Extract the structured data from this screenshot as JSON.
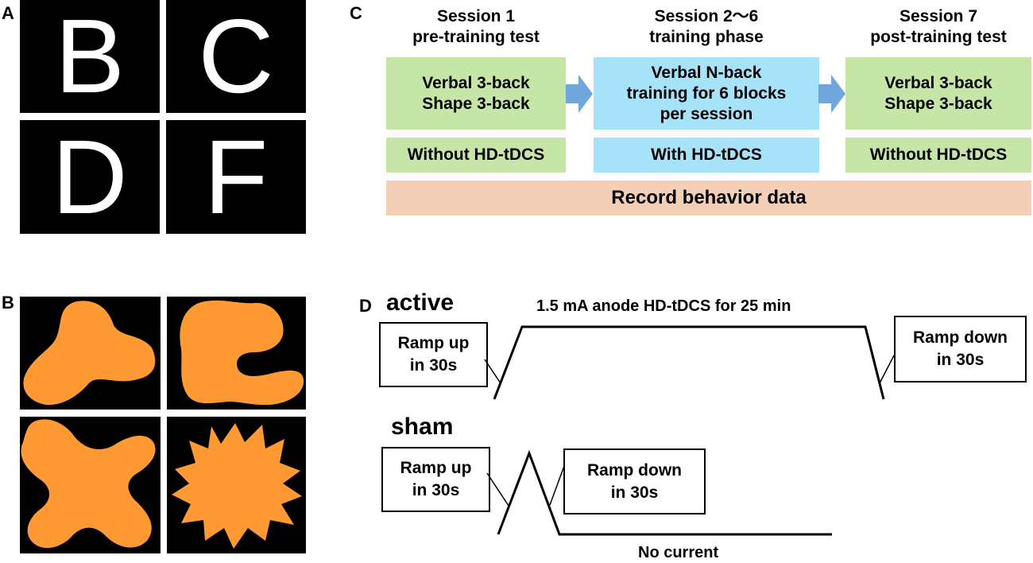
{
  "panel_labels": {
    "a": "A",
    "b": "B",
    "c": "C",
    "d": "D"
  },
  "letters": [
    "B",
    "C",
    "D",
    "F"
  ],
  "shape_color": "#ff9933",
  "sessions": [
    {
      "head": [
        "Session 1",
        "pre-training test"
      ],
      "body": [
        "Verbal 3-back",
        "Shape 3-back"
      ],
      "stim": "Without HD-tDCS"
    },
    {
      "head": [
        "Session 2～6",
        "training phase"
      ],
      "body": [
        "Verbal N-back",
        "training for 6 blocks",
        "per session"
      ],
      "stim": "With HD-tDCS"
    },
    {
      "head": [
        "Session 7",
        "post-training test"
      ],
      "body": [
        "Verbal 3-back",
        "Shape 3-back"
      ],
      "stim": "Without HD-tDCS"
    }
  ],
  "record_label": "Record behavior data",
  "colors": {
    "green": "#c6e6a8",
    "blue": "#a6e2f8",
    "peach": "#f4cfb8",
    "arrow": "#6fa6dc"
  },
  "active": {
    "title": "active",
    "stim_label": "1.5 mA anode HD-tDCS for 25 min",
    "ramp_up": [
      "Ramp up",
      "in 30s"
    ],
    "ramp_down": [
      "Ramp down",
      "in 30s"
    ]
  },
  "sham": {
    "title": "sham",
    "ramp_up": [
      "Ramp up",
      "in 30s"
    ],
    "ramp_down": [
      "Ramp down",
      "in 30s"
    ],
    "no_current": "No current"
  }
}
